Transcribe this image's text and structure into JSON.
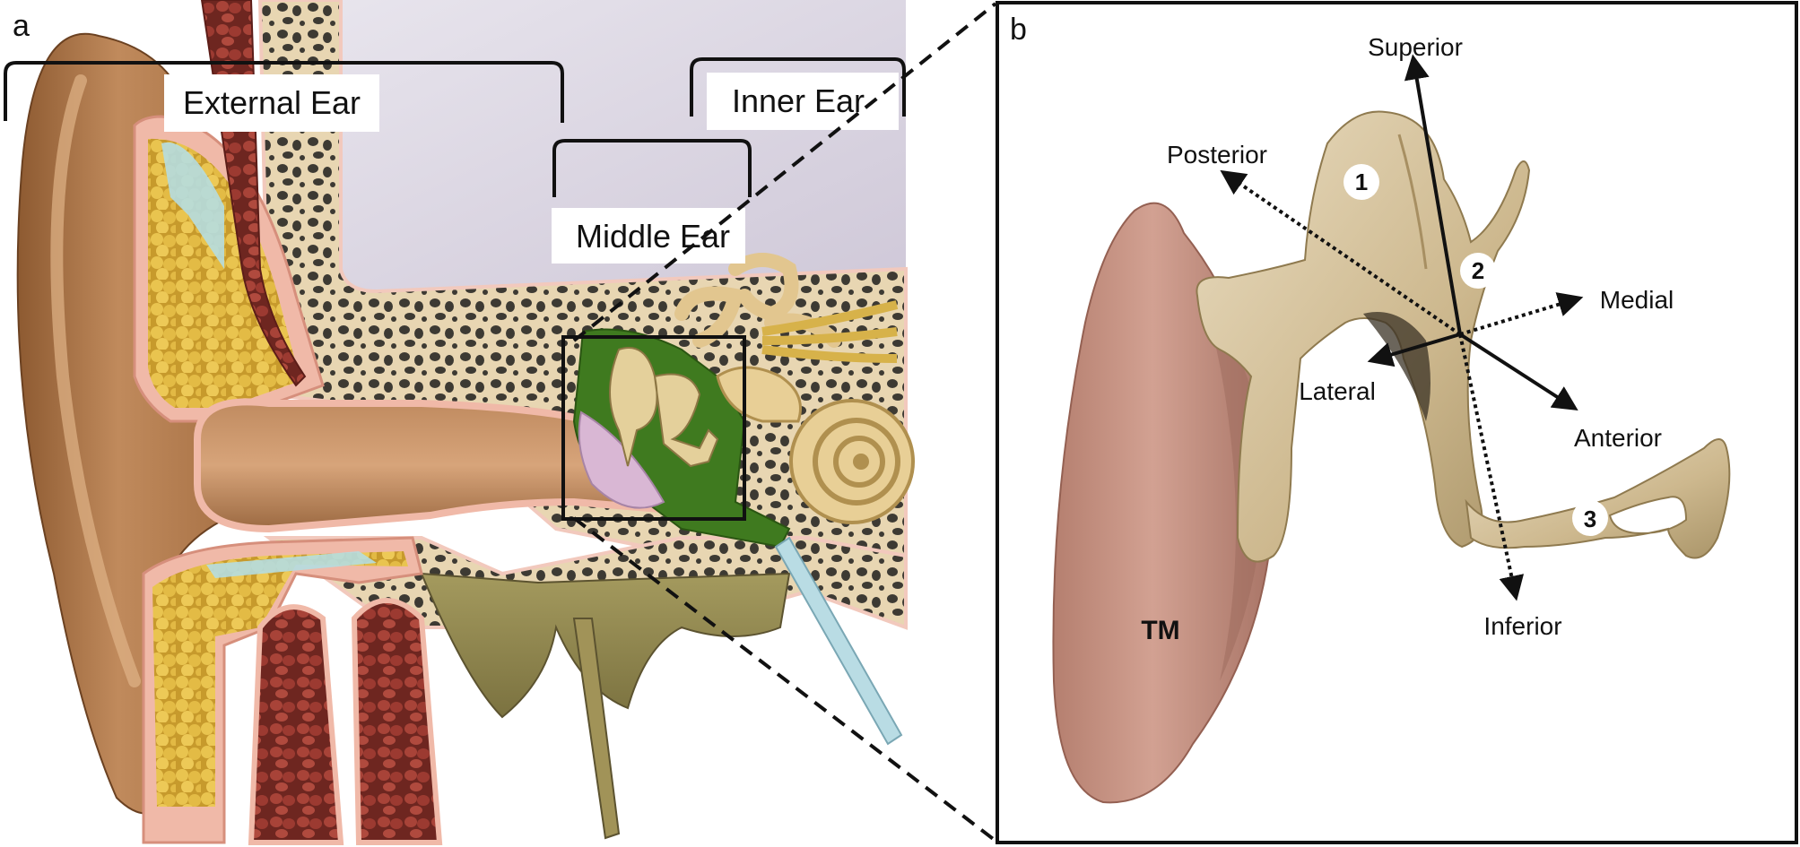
{
  "panel_a": {
    "letter": "a",
    "labels": {
      "external_ear": "External Ear",
      "middle_ear": "Middle Ear",
      "inner_ear": "Inner Ear"
    }
  },
  "panel_b": {
    "letter": "b",
    "directions": {
      "superior": "Superior",
      "inferior": "Inferior",
      "posterior": "Posterior",
      "anterior": "Anterior",
      "medial": "Medial",
      "lateral": "Lateral"
    },
    "ossicles": [
      "1",
      "2",
      "3"
    ],
    "tympanic_membrane": "TM"
  },
  "colors": {
    "skin": "#b07a4c",
    "cartilage_pink": "#f0b9a8",
    "fat_yellow": "#e5c04a",
    "bone": "#e8d6b2",
    "bone_holes": "#3d3a33",
    "muscle": "#9e3b33",
    "middle_ear_green": "#3f7a1f",
    "ossicle": "#d9c59d",
    "tympanic_pink": "#c99686",
    "background_lavender": "#d9d3df"
  }
}
